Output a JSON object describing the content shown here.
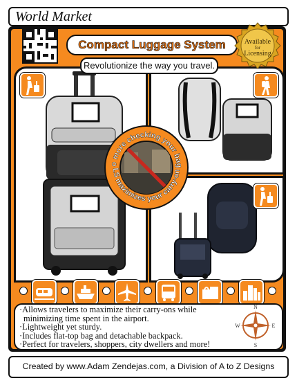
{
  "header": {
    "store_name": "World Market"
  },
  "headline": "Compact Luggage System",
  "subtitle": "Revolutionize the way you travel.",
  "seal": {
    "line1": "Available",
    "line2": "for",
    "line3": "Licensing"
  },
  "badge": {
    "top_text": "No more checking your bags",
    "bottom_text": "CLS maximizes your carry-ons!"
  },
  "features": [
    "·Allows travelers to maximize their carry-ons while",
    "  minimizing time spent in the airport.",
    "·Lightweight yet sturdy.",
    "·Includes flat-top bag and detachable backpack.",
    "·Perfect for travelers, shoppers, city dwellers and more!"
  ],
  "compass": {
    "n": "N",
    "s": "S",
    "e": "E",
    "w": "W"
  },
  "footer": {
    "credit": "Created by www.Adam Zendejas.com, a Division of A to Z Designs"
  },
  "icons": [
    "train-icon",
    "ship-icon",
    "airplane-icon",
    "bus-icon",
    "shopping-icon",
    "city-icon"
  ],
  "colors": {
    "accent": "#f58a1f",
    "headline": "#d76b10",
    "seal_gold": "#d9a521"
  }
}
